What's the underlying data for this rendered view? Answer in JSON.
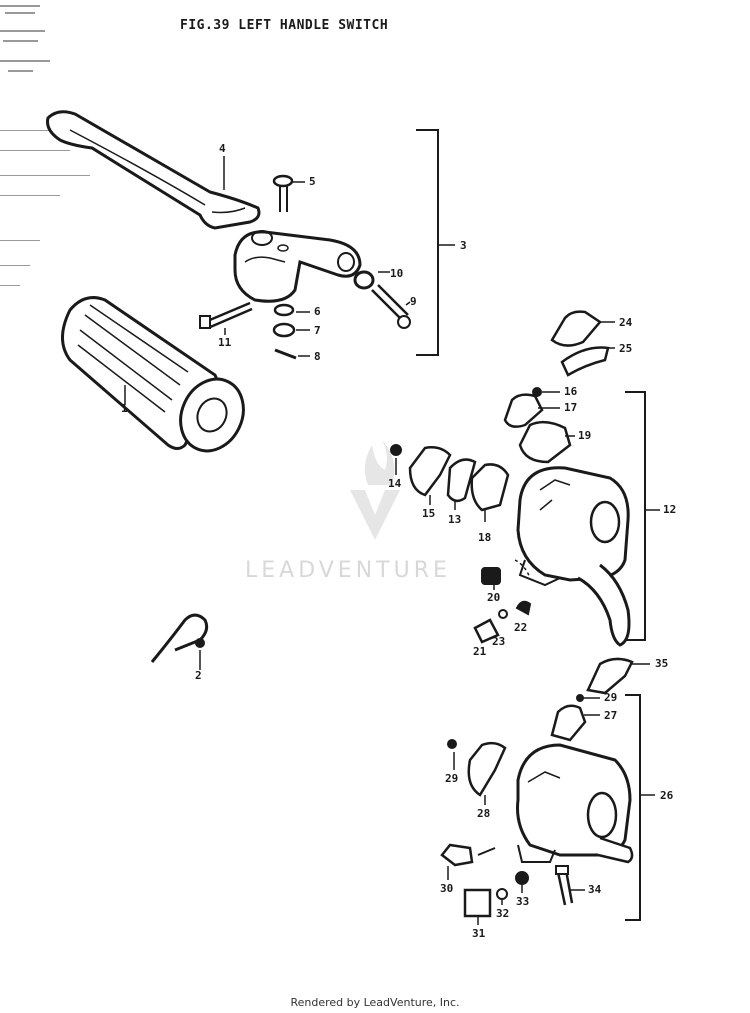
{
  "title": "FIG.39   LEFT HANDLE SWITCH",
  "watermark": "LEADVENTURE",
  "footer": "Rendered by LeadVenture, Inc.",
  "callouts": [
    "1",
    "2",
    "3",
    "4",
    "5",
    "6",
    "7",
    "8",
    "9",
    "10",
    "11",
    "12",
    "13",
    "14",
    "15",
    "16",
    "17",
    "18",
    "19",
    "20",
    "21",
    "22",
    "23",
    "24",
    "25",
    "26",
    "27",
    "28",
    "29",
    "30",
    "31",
    "32",
    "33",
    "34",
    "35"
  ]
}
